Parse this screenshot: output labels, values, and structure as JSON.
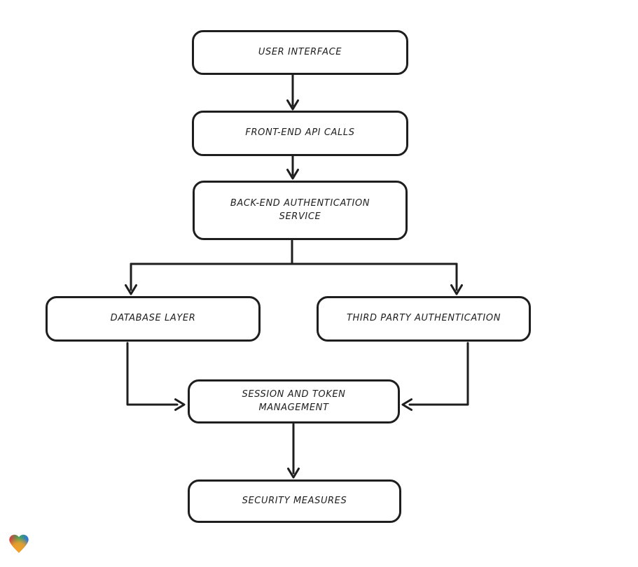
{
  "diagram": {
    "nodes": [
      {
        "id": "user-interface",
        "label": "USER INTERFACE"
      },
      {
        "id": "front-end-api-calls",
        "label": "FRONT-END API CALLS"
      },
      {
        "id": "back-end-authentication-service",
        "label": "BACK-END AUTHENTICATION SERVICE"
      },
      {
        "id": "database-layer",
        "label": "DATABASE LAYER"
      },
      {
        "id": "third-party-authentication",
        "label": "THIRD PARTY AUTHENTICATION"
      },
      {
        "id": "session-and-token-management",
        "label": "SESSION AND TOKEN MANAGEMENT"
      },
      {
        "id": "security-measures",
        "label": "SECURITY MEASURES"
      }
    ],
    "edges": [
      {
        "from": "user-interface",
        "to": "front-end-api-calls"
      },
      {
        "from": "front-end-api-calls",
        "to": "back-end-authentication-service"
      },
      {
        "from": "back-end-authentication-service",
        "to": "database-layer"
      },
      {
        "from": "back-end-authentication-service",
        "to": "third-party-authentication"
      },
      {
        "from": "database-layer",
        "to": "session-and-token-management"
      },
      {
        "from": "third-party-authentication",
        "to": "session-and-token-management"
      },
      {
        "from": "session-and-token-management",
        "to": "security-measures"
      }
    ],
    "style": {
      "stroke_color": "#1e1e1e",
      "node_fill": "#ffffff",
      "background": "#ffffff"
    }
  },
  "logo": {
    "name": "gradient-heart-logo",
    "colors": {
      "red": "#e03a3e",
      "green": "#3fa653",
      "blue": "#2f6fe4",
      "orange": "#f7a028"
    }
  }
}
